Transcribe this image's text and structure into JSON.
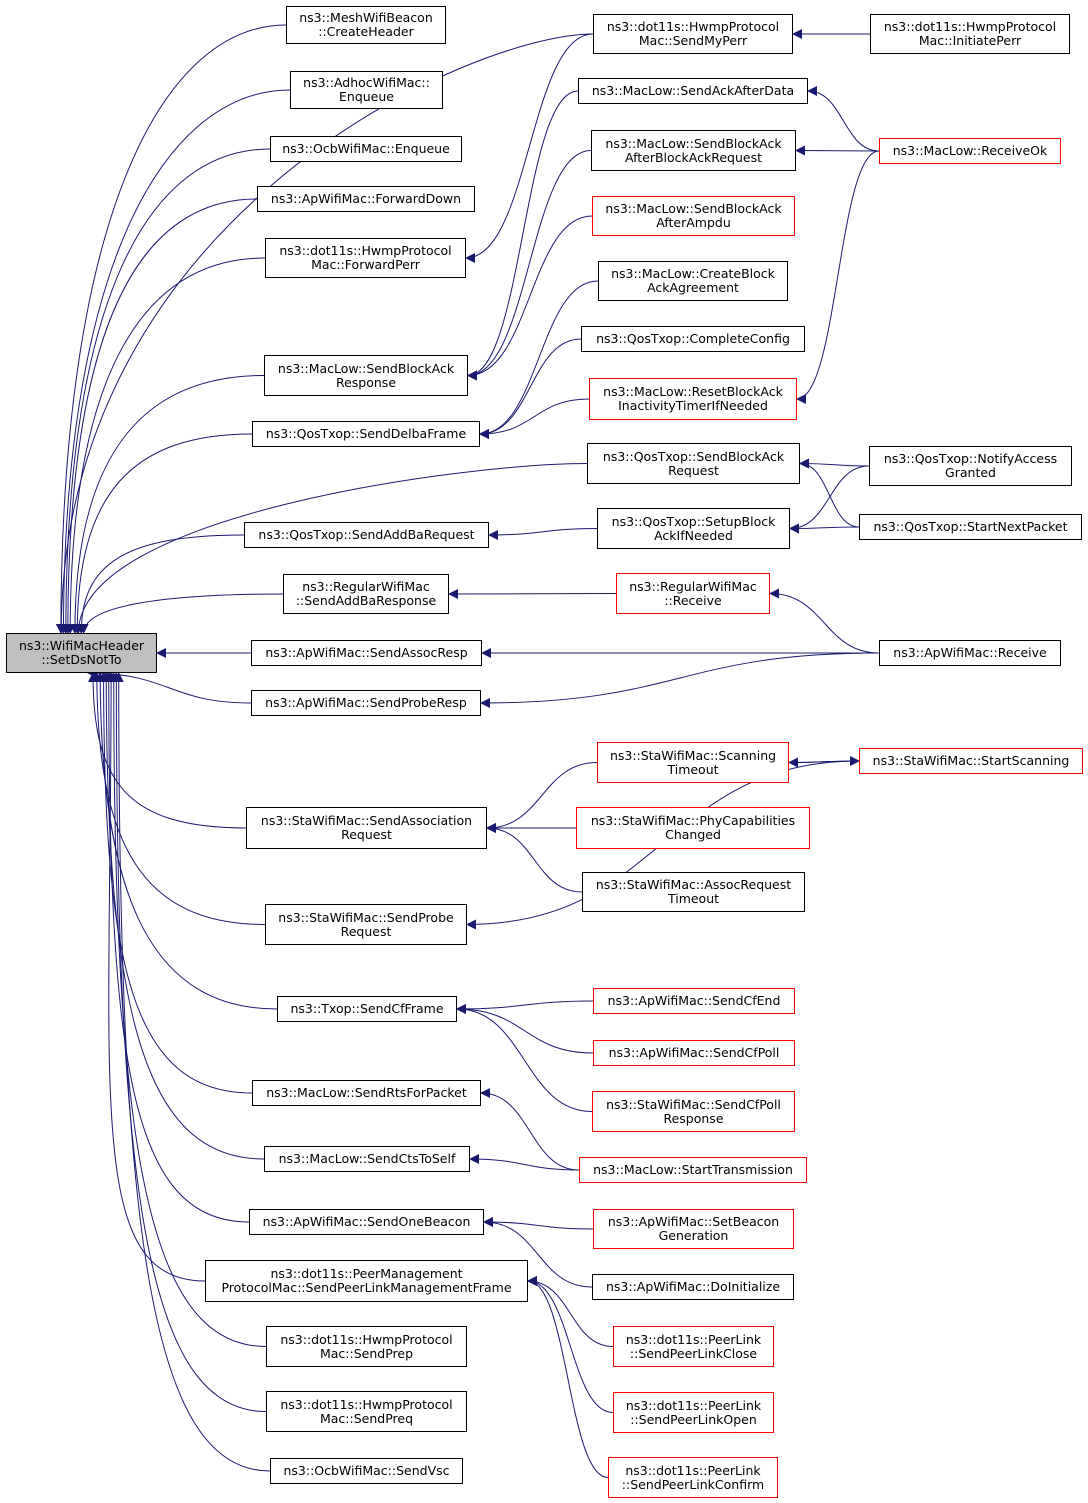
{
  "colors": {
    "edge": "#191970",
    "node_border": "#000000",
    "truncated_border": "#ff0000",
    "root_fill": "#bfbfbf"
  },
  "nodes": {
    "setdsnotto": {
      "lines": [
        "ns3::WifiMacHeader",
        "::SetDsNotTo"
      ],
      "style": "root"
    },
    "meshbeacon_createheader": {
      "lines": [
        "ns3::MeshWifiBeacon",
        "::CreateHeader"
      ]
    },
    "adhoc_enqueue": {
      "lines": [
        "ns3::AdhocWifiMac::",
        "Enqueue"
      ]
    },
    "ocb_enqueue": {
      "lines": [
        "ns3::OcbWifiMac::Enqueue"
      ]
    },
    "ap_forwarddown": {
      "lines": [
        "ns3::ApWifiMac::ForwardDown"
      ]
    },
    "hwmp_forwardperr": {
      "lines": [
        "ns3::dot11s::HwmpProtocol",
        "Mac::ForwardPerr"
      ]
    },
    "maclow_sendblockackresponse": {
      "lines": [
        "ns3::MacLow::SendBlockAck",
        "Response"
      ]
    },
    "qostxop_senddelbaframe": {
      "lines": [
        "ns3::QosTxop::SendDelbaFrame"
      ]
    },
    "qostxop_sendaddbarequest": {
      "lines": [
        "ns3::QosTxop::SendAddBaRequest"
      ]
    },
    "regular_sendaddbaresponse": {
      "lines": [
        "ns3::RegularWifiMac",
        "::SendAddBaResponse"
      ]
    },
    "ap_sendassocresp": {
      "lines": [
        "ns3::ApWifiMac::SendAssocResp"
      ]
    },
    "ap_sendproberesp": {
      "lines": [
        "ns3::ApWifiMac::SendProbeResp"
      ]
    },
    "sta_sendassociationrequest": {
      "lines": [
        "ns3::StaWifiMac::SendAssociation",
        "Request"
      ]
    },
    "sta_sendproberequest": {
      "lines": [
        "ns3::StaWifiMac::SendProbe",
        "Request"
      ]
    },
    "txop_sendcfframe": {
      "lines": [
        "ns3::Txop::SendCfFrame"
      ]
    },
    "maclow_sendrtsforpacket": {
      "lines": [
        "ns3::MacLow::SendRtsForPacket"
      ]
    },
    "maclow_sendctstoself": {
      "lines": [
        "ns3::MacLow::SendCtsToSelf"
      ]
    },
    "ap_sendonebeacon": {
      "lines": [
        "ns3::ApWifiMac::SendOneBeacon"
      ]
    },
    "pmp_sendpeerlinkmgmt": {
      "lines": [
        "ns3::dot11s::PeerManagement",
        "ProtocolMac::SendPeerLinkManagementFrame"
      ]
    },
    "hwmp_sendprep": {
      "lines": [
        "ns3::dot11s::HwmpProtocol",
        "Mac::SendPrep"
      ]
    },
    "hwmp_sendpreq": {
      "lines": [
        "ns3::dot11s::HwmpProtocol",
        "Mac::SendPreq"
      ]
    },
    "ocb_sendvsc": {
      "lines": [
        "ns3::OcbWifiMac::SendVsc"
      ]
    },
    "hwmp_sendmyperr": {
      "lines": [
        "ns3::dot11s::HwmpProtocol",
        "Mac::SendMyPerr"
      ]
    },
    "maclow_sendackafterdata": {
      "lines": [
        "ns3::MacLow::SendAckAfterData"
      ]
    },
    "maclow_sendblockackafterblockackrequest": {
      "lines": [
        "ns3::MacLow::SendBlockAck",
        "AfterBlockAckRequest"
      ]
    },
    "maclow_sendblockackafterampdu": {
      "lines": [
        "ns3::MacLow::SendBlockAck",
        "AfterAmpdu"
      ],
      "style": "red"
    },
    "maclow_createblockackagreement": {
      "lines": [
        "ns3::MacLow::CreateBlock",
        "AckAgreement"
      ]
    },
    "qostxop_completeconfig": {
      "lines": [
        "ns3::QosTxop::CompleteConfig"
      ]
    },
    "maclow_resetblockackinactivity": {
      "lines": [
        "ns3::MacLow::ResetBlockAck",
        "InactivityTimerIfNeeded"
      ],
      "style": "red"
    },
    "qostxop_sendblockackrequest": {
      "lines": [
        "ns3::QosTxop::SendBlockAck",
        "Request"
      ]
    },
    "qostxop_setupblockackifneeded": {
      "lines": [
        "ns3::QosTxop::SetupBlock",
        "AckIfNeeded"
      ]
    },
    "regular_receive": {
      "lines": [
        "ns3::RegularWifiMac",
        "::Receive"
      ],
      "style": "red"
    },
    "sta_scanningtimeout": {
      "lines": [
        "ns3::StaWifiMac::Scanning",
        "Timeout"
      ],
      "style": "red"
    },
    "sta_phycapabilitieschanged": {
      "lines": [
        "ns3::StaWifiMac::PhyCapabilities",
        "Changed"
      ],
      "style": "red"
    },
    "sta_assocrequesttimeout": {
      "lines": [
        "ns3::StaWifiMac::AssocRequest",
        "Timeout"
      ]
    },
    "ap_sendcfend": {
      "lines": [
        "ns3::ApWifiMac::SendCfEnd"
      ],
      "style": "red"
    },
    "ap_sendcfpoll": {
      "lines": [
        "ns3::ApWifiMac::SendCfPoll"
      ],
      "style": "red"
    },
    "sta_sendcfpollresponse": {
      "lines": [
        "ns3::StaWifiMac::SendCfPoll",
        "Response"
      ],
      "style": "red"
    },
    "maclow_starttransmission": {
      "lines": [
        "ns3::MacLow::StartTransmission"
      ],
      "style": "red"
    },
    "ap_setbeacongeneration": {
      "lines": [
        "ns3::ApWifiMac::SetBeacon",
        "Generation"
      ],
      "style": "red"
    },
    "ap_doinitialize": {
      "lines": [
        "ns3::ApWifiMac::DoInitialize"
      ]
    },
    "peerlink_sendpeerlinkclose": {
      "lines": [
        "ns3::dot11s::PeerLink",
        "::SendPeerLinkClose"
      ],
      "style": "red"
    },
    "peerlink_sendpeerlinkopen": {
      "lines": [
        "ns3::dot11s::PeerLink",
        "::SendPeerLinkOpen"
      ],
      "style": "red"
    },
    "peerlink_sendpeerlinkconfirm": {
      "lines": [
        "ns3::dot11s::PeerLink",
        "::SendPeerLinkConfirm"
      ],
      "style": "red"
    },
    "hwmp_initiateperr": {
      "lines": [
        "ns3::dot11s::HwmpProtocol",
        "Mac::InitiatePerr"
      ]
    },
    "maclow_receiveok": {
      "lines": [
        "ns3::MacLow::ReceiveOk"
      ],
      "style": "red"
    },
    "qostxop_notifyaccessgranted": {
      "lines": [
        "ns3::QosTxop::NotifyAccess",
        "Granted"
      ]
    },
    "qostxop_startnextpacket": {
      "lines": [
        "ns3::QosTxop::StartNextPacket"
      ]
    },
    "ap_receive": {
      "lines": [
        "ns3::ApWifiMac::Receive"
      ]
    },
    "sta_startscanning": {
      "lines": [
        "ns3::StaWifiMac::StartScanning"
      ],
      "style": "red"
    }
  },
  "edges": [
    [
      "meshbeacon_createheader",
      "setdsnotto"
    ],
    [
      "adhoc_enqueue",
      "setdsnotto"
    ],
    [
      "ocb_enqueue",
      "setdsnotto"
    ],
    [
      "ap_forwarddown",
      "setdsnotto"
    ],
    [
      "hwmp_forwardperr",
      "setdsnotto"
    ],
    [
      "hwmp_sendmyperr",
      "setdsnotto"
    ],
    [
      "maclow_sendblockackresponse",
      "setdsnotto"
    ],
    [
      "qostxop_senddelbaframe",
      "setdsnotto"
    ],
    [
      "qostxop_sendblockackrequest",
      "setdsnotto"
    ],
    [
      "qostxop_sendaddbarequest",
      "setdsnotto"
    ],
    [
      "regular_sendaddbaresponse",
      "setdsnotto"
    ],
    [
      "ap_sendassocresp",
      "setdsnotto"
    ],
    [
      "ap_sendproberesp",
      "setdsnotto"
    ],
    [
      "sta_sendassociationrequest",
      "setdsnotto"
    ],
    [
      "sta_sendproberequest",
      "setdsnotto"
    ],
    [
      "txop_sendcfframe",
      "setdsnotto"
    ],
    [
      "maclow_sendrtsforpacket",
      "setdsnotto"
    ],
    [
      "maclow_sendctstoself",
      "setdsnotto"
    ],
    [
      "ap_sendonebeacon",
      "setdsnotto"
    ],
    [
      "pmp_sendpeerlinkmgmt",
      "setdsnotto"
    ],
    [
      "hwmp_sendprep",
      "setdsnotto"
    ],
    [
      "hwmp_sendpreq",
      "setdsnotto"
    ],
    [
      "ocb_sendvsc",
      "setdsnotto"
    ],
    [
      "hwmp_sendmyperr",
      "hwmp_forwardperr"
    ],
    [
      "maclow_sendackafterdata",
      "maclow_sendblockackresponse"
    ],
    [
      "maclow_sendblockackafterblockackrequest",
      "maclow_sendblockackresponse"
    ],
    [
      "maclow_sendblockackafterampdu",
      "maclow_sendblockackresponse"
    ],
    [
      "maclow_createblockackagreement",
      "qostxop_senddelbaframe"
    ],
    [
      "qostxop_completeconfig",
      "qostxop_senddelbaframe"
    ],
    [
      "maclow_resetblockackinactivity",
      "qostxop_senddelbaframe"
    ],
    [
      "qostxop_setupblockackifneeded",
      "qostxop_sendaddbarequest"
    ],
    [
      "regular_receive",
      "regular_sendaddbaresponse"
    ],
    [
      "ap_receive",
      "ap_sendassocresp"
    ],
    [
      "ap_receive",
      "ap_sendproberesp"
    ],
    [
      "sta_scanningtimeout",
      "sta_sendassociationrequest"
    ],
    [
      "sta_phycapabilitieschanged",
      "sta_sendassociationrequest"
    ],
    [
      "sta_assocrequesttimeout",
      "sta_sendassociationrequest"
    ],
    [
      "sta_startscanning",
      "sta_sendproberequest"
    ],
    [
      "ap_sendcfend",
      "txop_sendcfframe"
    ],
    [
      "ap_sendcfpoll",
      "txop_sendcfframe"
    ],
    [
      "sta_sendcfpollresponse",
      "txop_sendcfframe"
    ],
    [
      "maclow_starttransmission",
      "maclow_sendrtsforpacket"
    ],
    [
      "maclow_starttransmission",
      "maclow_sendctstoself"
    ],
    [
      "ap_setbeacongeneration",
      "ap_sendonebeacon"
    ],
    [
      "ap_doinitialize",
      "ap_sendonebeacon"
    ],
    [
      "peerlink_sendpeerlinkclose",
      "pmp_sendpeerlinkmgmt"
    ],
    [
      "peerlink_sendpeerlinkopen",
      "pmp_sendpeerlinkmgmt"
    ],
    [
      "peerlink_sendpeerlinkconfirm",
      "pmp_sendpeerlinkmgmt"
    ],
    [
      "hwmp_initiateperr",
      "hwmp_sendmyperr"
    ],
    [
      "maclow_receiveok",
      "maclow_sendackafterdata"
    ],
    [
      "maclow_receiveok",
      "maclow_sendblockackafterblockackrequest"
    ],
    [
      "maclow_receiveok",
      "maclow_resetblockackinactivity"
    ],
    [
      "qostxop_notifyaccessgranted",
      "qostxop_sendblockackrequest"
    ],
    [
      "qostxop_notifyaccessgranted",
      "qostxop_setupblockackifneeded"
    ],
    [
      "qostxop_startnextpacket",
      "qostxop_sendblockackrequest"
    ],
    [
      "qostxop_startnextpacket",
      "qostxop_setupblockackifneeded"
    ],
    [
      "ap_receive",
      "regular_receive"
    ],
    [
      "sta_startscanning",
      "sta_scanningtimeout"
    ],
    [
      "sta_scanningtimeout",
      "sta_startscanning"
    ]
  ]
}
